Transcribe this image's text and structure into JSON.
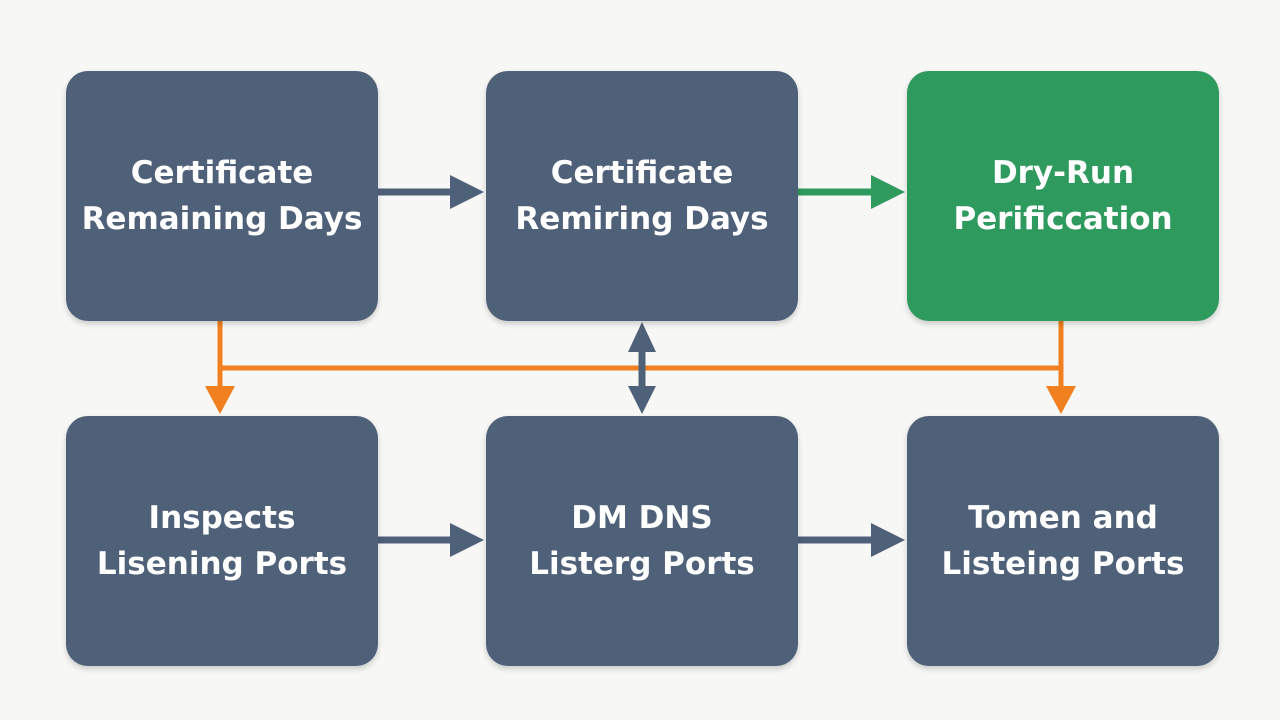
{
  "colors": {
    "node_default": "#4f6079",
    "node_highlight": "#2f9a5e",
    "arrow_default": "#4f6079",
    "arrow_highlight": "#2f9a5e",
    "arrow_orange": "#f08020",
    "background": "#f7f7f5"
  },
  "nodes": [
    {
      "id": "node-1",
      "line1": "Certificate",
      "line2": "Remaining Days",
      "variant": "default"
    },
    {
      "id": "node-2",
      "line1": "Certificate",
      "line2": "Remiring Days",
      "variant": "default"
    },
    {
      "id": "node-3",
      "line1": "Dry-Run",
      "line2": "Perificcation",
      "variant": "highlight"
    },
    {
      "id": "node-4",
      "line1": "Inspects",
      "line2": "Lisening Ports",
      "variant": "default"
    },
    {
      "id": "node-5",
      "line1": "DM DNS",
      "line2": "Listerg Ports",
      "variant": "default"
    },
    {
      "id": "node-6",
      "line1": "Tomen and",
      "line2": "Listeing Ports",
      "variant": "default"
    }
  ]
}
